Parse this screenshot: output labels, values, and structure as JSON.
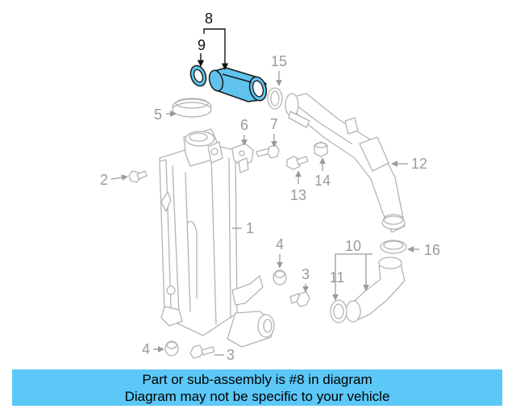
{
  "diagram": {
    "callouts": {
      "c1": "1",
      "c2": "2",
      "c3a": "3",
      "c3b": "3",
      "c4a": "4",
      "c4b": "4",
      "c5": "5",
      "c6": "6",
      "c7": "7",
      "c8": "8",
      "c9": "9",
      "c10": "10",
      "c11": "11",
      "c12": "12",
      "c13": "13",
      "c14": "14",
      "c15": "15",
      "c16": "16"
    },
    "highlight_color": "#5fc3ee",
    "highlighted_part": "8"
  },
  "banner": {
    "line1": "Part or sub-assembly is #8 in diagram",
    "line2": "Diagram may not be specific to your vehicle",
    "color": "#5bc8f7"
  }
}
